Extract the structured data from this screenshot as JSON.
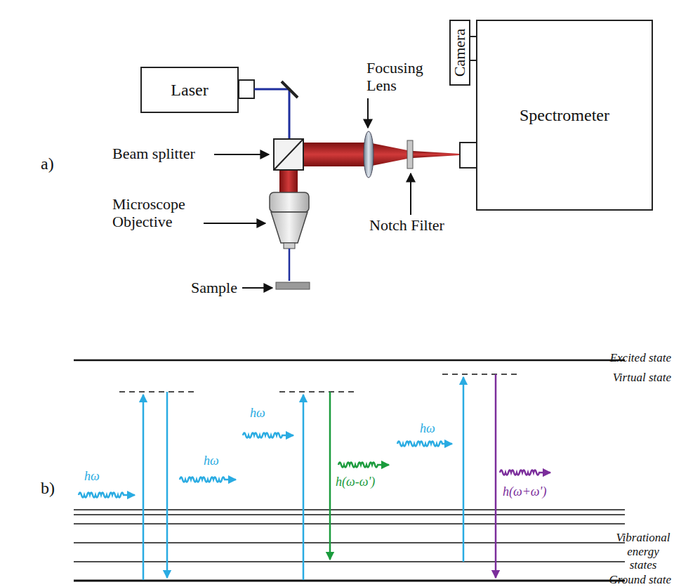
{
  "diagram": {
    "nodes": [
      {
        "text": [
          "Laser"
        ]
      },
      {
        "text": [
          "Camera"
        ]
      },
      {
        "text": [
          "Spectrometer"
        ]
      }
    ],
    "labels": [
      "a)",
      "Beam splitter",
      "Microscope Objective",
      "Sample",
      "Focusing Lens",
      "Notch Filter",
      "b)",
      "hω",
      "hω",
      "hω",
      "h(ω-ω')",
      "hω",
      "h(ω+ω')",
      "Excited state",
      "Virtual state",
      "Vibrational energy states",
      "Ground state"
    ]
  }
}
